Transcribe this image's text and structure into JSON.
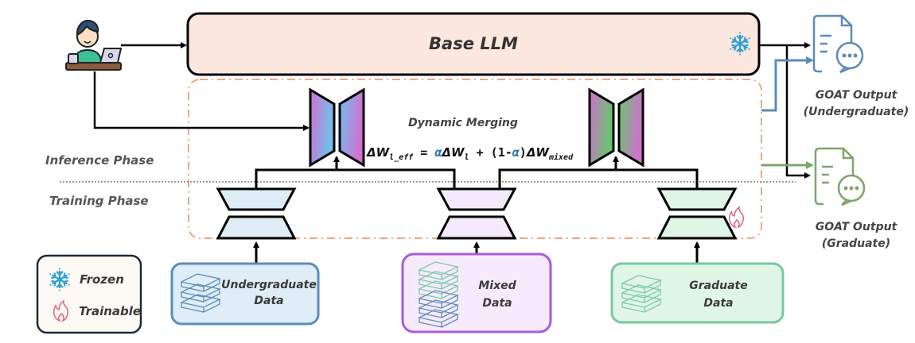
{
  "base_llm": {
    "label": "Base LLM",
    "status_icon": "snowflake-icon"
  },
  "user": {
    "icon": "user-at-laptop-icon"
  },
  "phases": {
    "inference": "Inference Phase",
    "training": "Training Phase"
  },
  "merging": {
    "title": "Dynamic Merging",
    "formula": {
      "lhs": "ΔW",
      "lhs_sub": "l_eff",
      "eq": " = ",
      "alpha1": "α",
      "term1": "ΔW",
      "term1_sub": "l",
      "plus": " + (1-",
      "alpha2": "α",
      "close": ")",
      "term2": "ΔW",
      "term2_sub": "mixed"
    }
  },
  "adapters": [
    {
      "name": "undergraduate",
      "fill": "#deedf5"
    },
    {
      "name": "mixed",
      "fill": "#f5eafb"
    },
    {
      "name": "graduate",
      "fill": "#dff5e6"
    }
  ],
  "data_sources": [
    {
      "line1": "Undergraduate",
      "line2": "Data",
      "fill": "#deedf6",
      "stroke": "#5b8db8",
      "icon": "books-icon"
    },
    {
      "line1": "Mixed",
      "line2": "Data",
      "fill": "#f6eafc",
      "stroke": "#a95bd8",
      "icon": "books-icon"
    },
    {
      "line1": "Graduate",
      "line2": "Data",
      "fill": "#dff5e6",
      "stroke": "#79c6a0",
      "icon": "books-icon"
    }
  ],
  "outputs": [
    {
      "line1": "GOAT Output",
      "line2": "(Undergraduate)",
      "color": "#5b8bb8",
      "icon": "document-chat-icon"
    },
    {
      "line1": "GOAT Output",
      "line2": "(Graduate)",
      "color": "#7fa46a",
      "icon": "document-chat-icon"
    }
  ],
  "legend": {
    "frozen": "Frozen",
    "trainable": "Trainable"
  },
  "colors": {
    "llm_fill": "#fbe7de",
    "dashed_region": "#f0a882",
    "snowflake": "#2b9fd8",
    "flame": "#e0607e"
  }
}
